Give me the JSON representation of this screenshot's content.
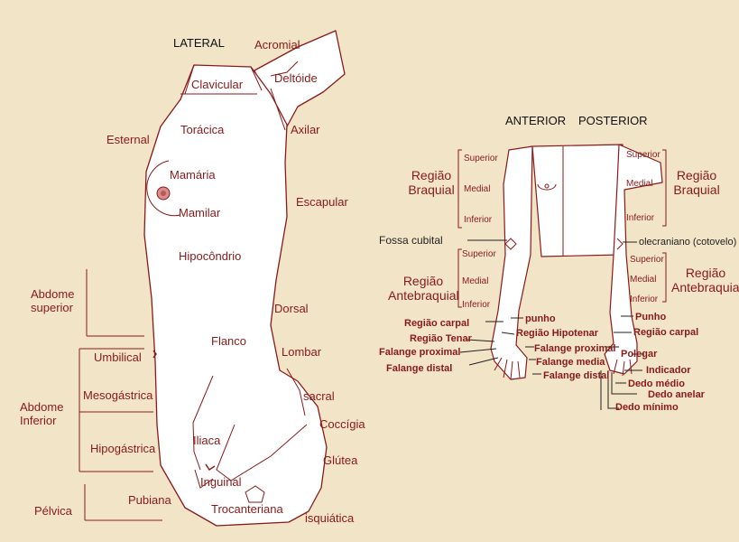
{
  "colors": {
    "background": "#f2e4c6",
    "body_fill": "#ffffff",
    "outline": "#8a1a1a",
    "label": "#8a1a1a",
    "heading": "#111111",
    "nipple": "#d98c8c"
  },
  "lateral": {
    "heading": "LATERAL",
    "labels": {
      "acromial": "Acromial",
      "deltoide": "Deltóide",
      "clavicular": "Clavicular",
      "toracica": "Torácica",
      "esternal": "Esternal",
      "axilar": "Axilar",
      "mamaria": "Mamária",
      "mamilar": "Mamilar",
      "escapular": "Escapular",
      "hipocondrio": "Hipocôndrio",
      "abdome_superior": "Abdome superior",
      "dorsal": "Dorsal",
      "flanco": "Flanco",
      "lombar": "Lombar",
      "umbilical": "Umbilical",
      "sacral": "sacral",
      "mesogastrica": "Mesogástrica",
      "abdome_inferior": "Abdome Inferior",
      "coccigia": "Coccígia",
      "iliaca": "Iliaca",
      "hipogastrica": "Hipogástrica",
      "glutea": "Glútea",
      "inguinal": "Inguinal",
      "pubiana": "Pubiana",
      "pelvica": "Pélvica",
      "trocanteriana": "Trocanteriana",
      "isquiatica": "isquiática"
    }
  },
  "arms": {
    "heading_anterior": "ANTERIOR",
    "heading_posterior": "POSTERIOR",
    "labels": {
      "regiao_braquial": "Região Braquial",
      "superior": "Superior",
      "medial": "Medial",
      "inferior": "Inferior",
      "fossa_cubital": "Fossa cubital",
      "olecraniano": "olecraniano (cotovelo)",
      "regiao_antebraquial": "Região Antebraquial",
      "regiao_carpal": "Região carpal",
      "punho_lower": "punho",
      "punho": "Punho",
      "regiao_tenar": "Região Tenar",
      "regiao_hipotenar": "Região Hipotenar",
      "falange_proximal": "Falange proximal",
      "falange_media": "Falange media",
      "falange_distal": "Falange distal",
      "polegar": "Polegar",
      "indicador": "Indicador",
      "dedo_medio": "Dedo médio",
      "dedo_anelar": "Dedo anelar",
      "dedo_minimo": "Dedo mínimo"
    }
  }
}
